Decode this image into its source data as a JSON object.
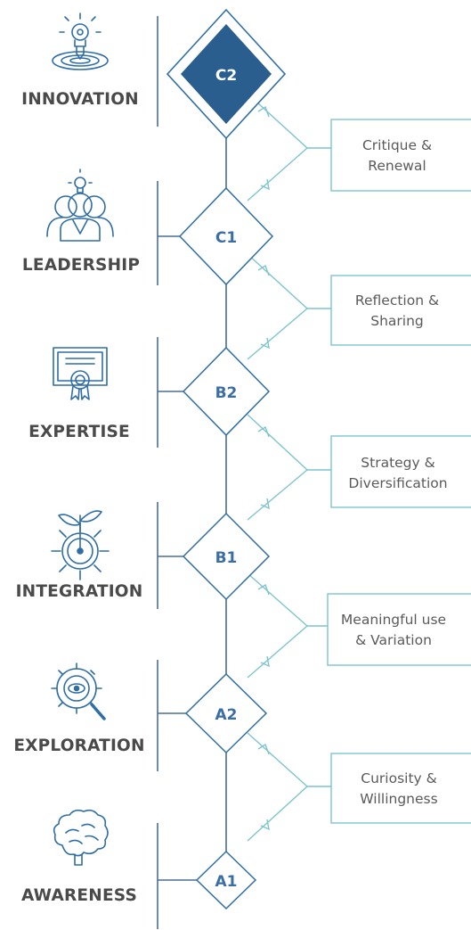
{
  "levels": [
    {
      "label": "INNOVATION",
      "code": "C2",
      "icon": "target-lightbulb-icon"
    },
    {
      "label": "LEADERSHIP",
      "code": "C1",
      "icon": "group-lightbulb-icon"
    },
    {
      "label": "EXPERTISE",
      "code": "B2",
      "icon": "certificate-icon"
    },
    {
      "label": "INTEGRATION",
      "code": "B1",
      "icon": "sprout-gear-icon"
    },
    {
      "label": "EXPLORATION",
      "code": "A2",
      "icon": "gear-magnifier-icon"
    },
    {
      "label": "AWARENESS",
      "code": "A1",
      "icon": "brain-icon"
    }
  ],
  "stages": [
    {
      "line1": "Critique &",
      "line2": "Renewal"
    },
    {
      "line1": "Reflection &",
      "line2": "Sharing"
    },
    {
      "line1": "Strategy &",
      "line2": "Diversification"
    },
    {
      "line1": "Meaningful use",
      "line2": "& Variation"
    },
    {
      "line1": "Curiosity &",
      "line2": "Willingness"
    }
  ],
  "colors": {
    "primary": "#2f6ea6",
    "primary_dark": "#2a5e8f",
    "teal": "#7ec4cf",
    "divider": "#4a6f93",
    "label_text": "#4a4a4a"
  }
}
